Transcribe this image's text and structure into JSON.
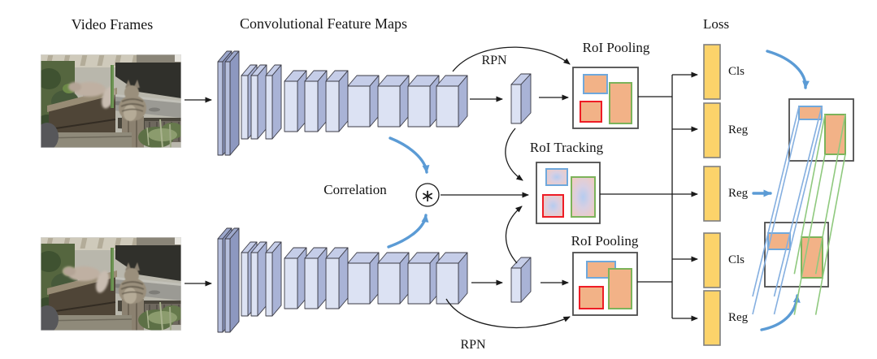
{
  "figure": {
    "labels": {
      "video_frames": "Video Frames",
      "conv_maps": "Convolutional Feature Maps",
      "rpn_top": "RPN",
      "rpn_bottom": "RPN",
      "roi_pooling_top": "RoI Pooling",
      "roi_pooling_bottom": "RoI Pooling",
      "roi_tracking": "RoI Tracking",
      "correlation": "Correlation",
      "correlation_symbol": "∗",
      "loss": "Loss"
    },
    "loss_bars": [
      {
        "label": "Cls"
      },
      {
        "label": "Reg"
      },
      {
        "label": "Reg"
      },
      {
        "label": "Cls"
      },
      {
        "label": "Reg"
      }
    ],
    "colors": {
      "ink": "#1a1a1a",
      "box_stroke": "#4d4d4d",
      "block_front": "#dce2f3",
      "block_top": "#c5cde8",
      "block_side": "#a9b3d6",
      "block_dark_front": "#b6bfdd",
      "block_dark_top": "#9da8cc",
      "block_dark_side": "#8d98c0",
      "bar_fill": "#fcd36a",
      "bar_stroke": "#7f7f7f",
      "roi_orange": "#f2b287",
      "roi_blue": "#6fa8dc",
      "roi_red": "#ee1c25",
      "roi_green": "#7cb35a",
      "tube_blue": "#85afe0",
      "tube_green": "#8fc97e",
      "arrow_blue": "#5b9bd5",
      "corr_center": "#b5ccf0",
      "corr_mid": "#d8cfe2",
      "corr_edge": "#f0cbc4"
    }
  }
}
